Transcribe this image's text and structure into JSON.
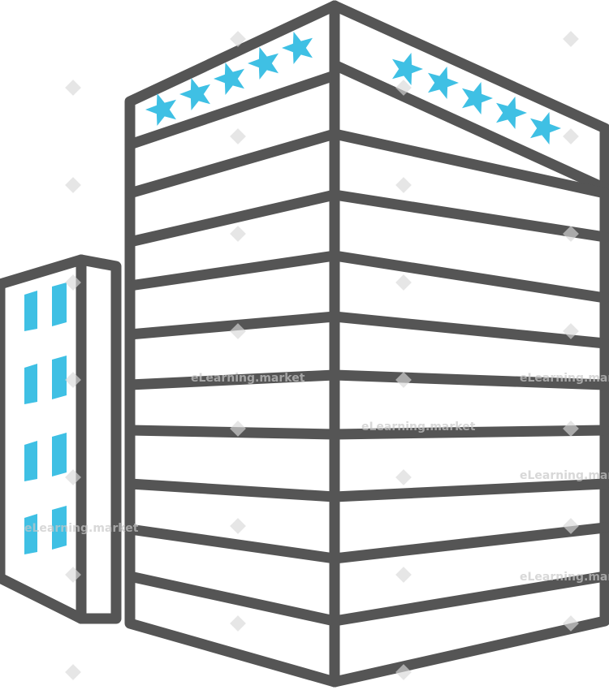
{
  "colors": {
    "outline": "#555555",
    "accent": "#3fc0e4",
    "background": "#ffffff",
    "watermark": "#cfcfcf"
  },
  "icon": {
    "name": "hotel-building-icon",
    "star_rating": 5,
    "facade_count": 2,
    "side_building_window_rows": 4
  },
  "watermark": {
    "text": "eLearning.market"
  }
}
